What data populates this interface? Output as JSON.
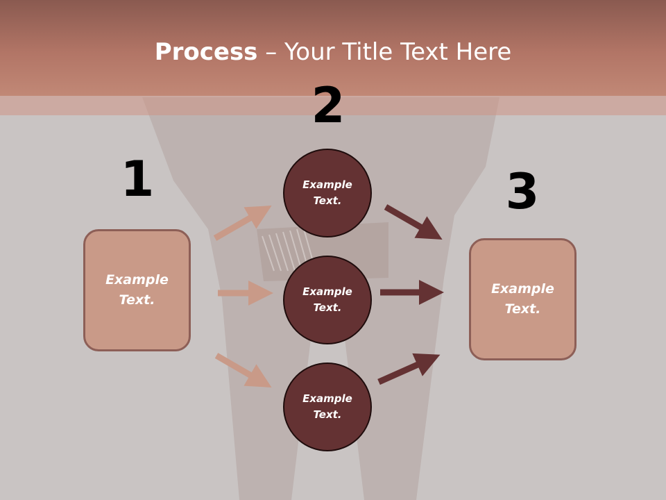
{
  "title": {
    "bold": "Process",
    "rest": " – Your Title Text Here"
  },
  "steps": {
    "one": "1",
    "two": "2",
    "three": "3"
  },
  "left_box": {
    "line1": "Example",
    "line2": "Text."
  },
  "right_box": {
    "line1": "Example",
    "line2": "Text."
  },
  "circles": [
    {
      "line1": "Example",
      "line2": "Text."
    },
    {
      "line1": "Example",
      "line2": "Text."
    },
    {
      "line1": "Example",
      "line2": "Text."
    }
  ],
  "colors": {
    "header": "#b27566",
    "box_fill": "#c99a88",
    "box_border": "#8d5f57",
    "circle_fill": "#643233",
    "arrow_light": "#c99a88",
    "arrow_dark": "#643233"
  }
}
